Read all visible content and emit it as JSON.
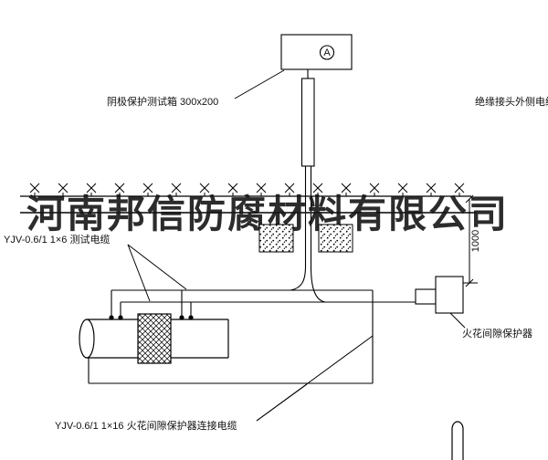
{
  "colors": {
    "line": "#000000",
    "watermark": "#161616",
    "background": "#ffffff"
  },
  "labels": {
    "test_box": "阴极保护测试箱 300x200",
    "insulated_joint_cable": "绝缘接头外侧电缆",
    "test_cable": "YJV-0.6/1 1×6  测试电缆",
    "spark_gap_protector": "火花间隙保护器",
    "protector_cable": "YJV-0.6/1 1×16  火花间隙保护器连接电缆",
    "meter": "A",
    "dimension_1000": "1000",
    "watermark": "河南邦信防腐材料有限公司"
  }
}
